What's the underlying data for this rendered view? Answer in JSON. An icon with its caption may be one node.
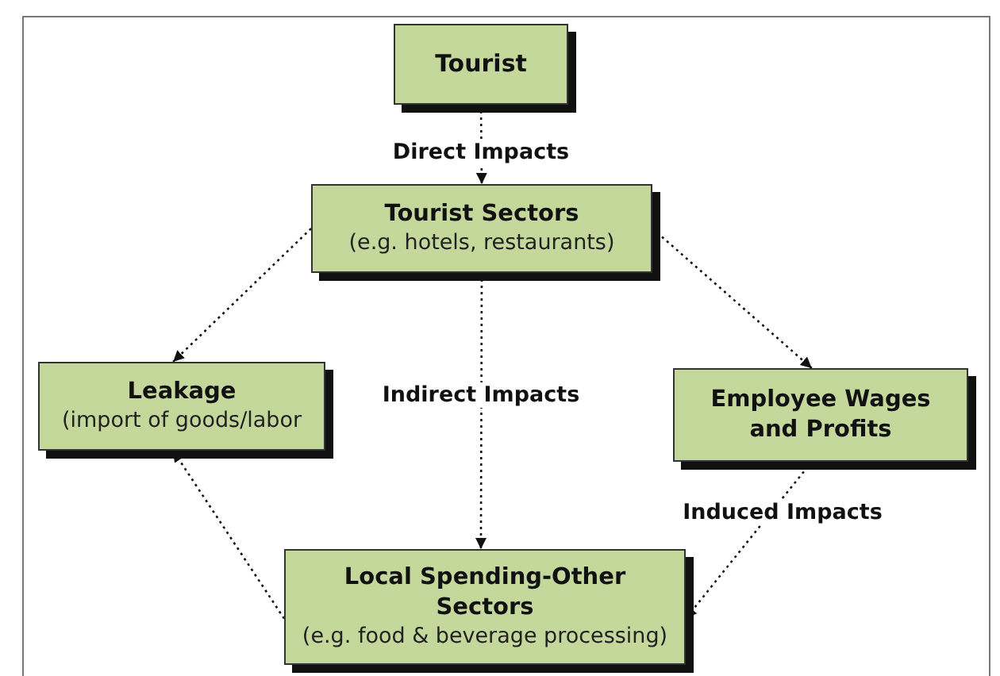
{
  "diagram": {
    "nodes": [
      {
        "text": [
          "Tourist"
        ]
      },
      {
        "text": [
          "Tourist Sectors",
          "(e.g. hotels, restaurants)"
        ]
      },
      {
        "text": [
          "Leakage",
          "(import of goods/labor"
        ]
      },
      {
        "text": [
          "Employee Wages and Profits"
        ]
      },
      {
        "text": [
          "Local Spending-Other Sectors",
          "(e.g. food & beverage processing)"
        ]
      }
    ],
    "edges": [
      {
        "from": 0,
        "to": 1,
        "arrow": "to",
        "label": "Direct Impacts"
      },
      {
        "from": 1,
        "to": 2,
        "arrow": "to"
      },
      {
        "from": 1,
        "to": 3,
        "arrow": "to"
      },
      {
        "from": 1,
        "to": 4,
        "arrow": "to",
        "label": "Indirect Impacts"
      },
      {
        "from": 3,
        "to": 4,
        "arrow": "to",
        "label": "Induced Impacts"
      },
      {
        "from": 4,
        "to": 2,
        "arrow": "to"
      }
    ]
  }
}
